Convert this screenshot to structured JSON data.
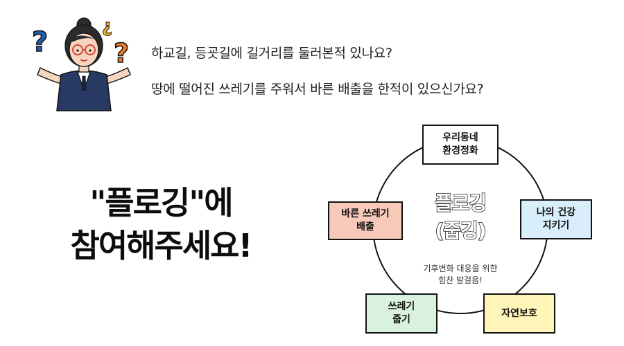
{
  "questions": [
    "하교길, 등굣길에 길거리를 둘러본적 있나요?",
    "땅에 떨어진 쓰레기를 주워서 바른 배출을 한적이 있으신가요?"
  ],
  "headline": {
    "line1": "\"플로깅\"에",
    "line2": "참여해주세요!"
  },
  "cycle": {
    "center_title_line1": "플로깅",
    "center_title_line2": "(줍깅)",
    "center_caption_line1": "기후변화 대응을 위한",
    "center_caption_line2": "힘찬 발걸음!",
    "nodes": {
      "top": "우리동네\n환경정화",
      "right": "나의 건강\n지키기",
      "bottom_right": "자연보호",
      "bottom_left": "쓰레기\n줍기",
      "left": "바른 쓰레기\n배출"
    }
  },
  "colors": {
    "node_top": "#ffffff",
    "node_right": "#d8eefb",
    "node_bottom_right": "#fff5b8",
    "node_bottom_left": "#d9f2dd",
    "node_left": "#f7c9b8",
    "question_mark_blue": "#1f5fa8",
    "question_mark_orange": "#f07a2a",
    "question_mark_yellow": "#f3b51c"
  },
  "icons": {
    "mascot": "thinking-woman-illustration"
  }
}
